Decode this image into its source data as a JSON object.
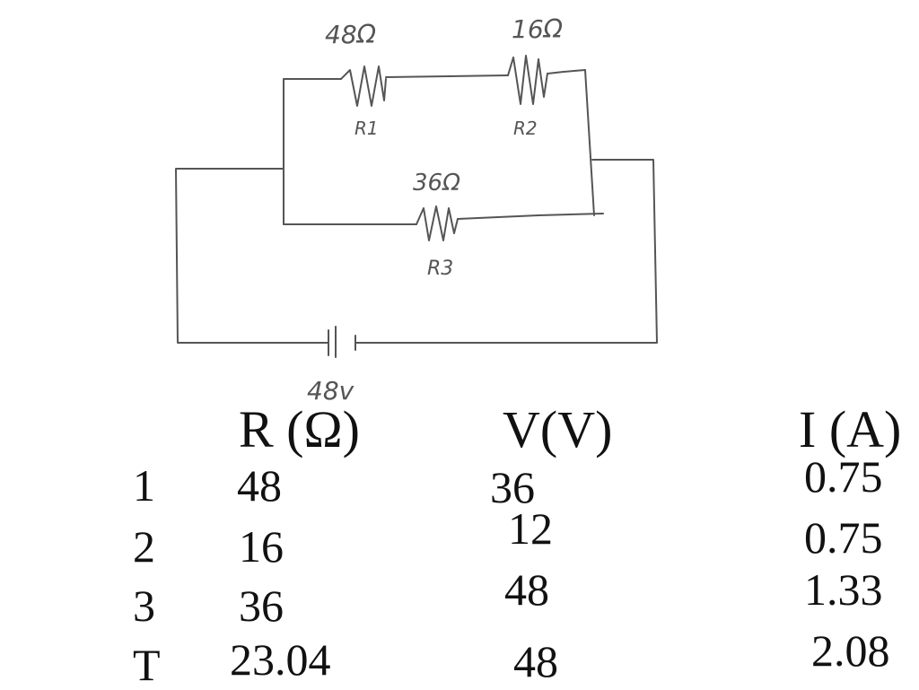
{
  "circuit": {
    "r1_value": "48Ω",
    "r1_label": "R1",
    "r2_value": "16Ω",
    "r2_label": "R2",
    "r3_value": "36Ω",
    "r3_label": "R3",
    "battery_value": "48v"
  },
  "table": {
    "headers": [
      "R (Ω)",
      "V(V)",
      "I (A)"
    ],
    "rows": [
      {
        "label": "1",
        "r": "48",
        "v": "36",
        "i": "0.75"
      },
      {
        "label": "2",
        "r": "16",
        "v": "12",
        "i": "0.75"
      },
      {
        "label": "3",
        "r": "36",
        "v": "48",
        "i": "1.33"
      },
      {
        "label": "T",
        "r": "23.04",
        "v": "48",
        "i": "2.08"
      }
    ]
  }
}
